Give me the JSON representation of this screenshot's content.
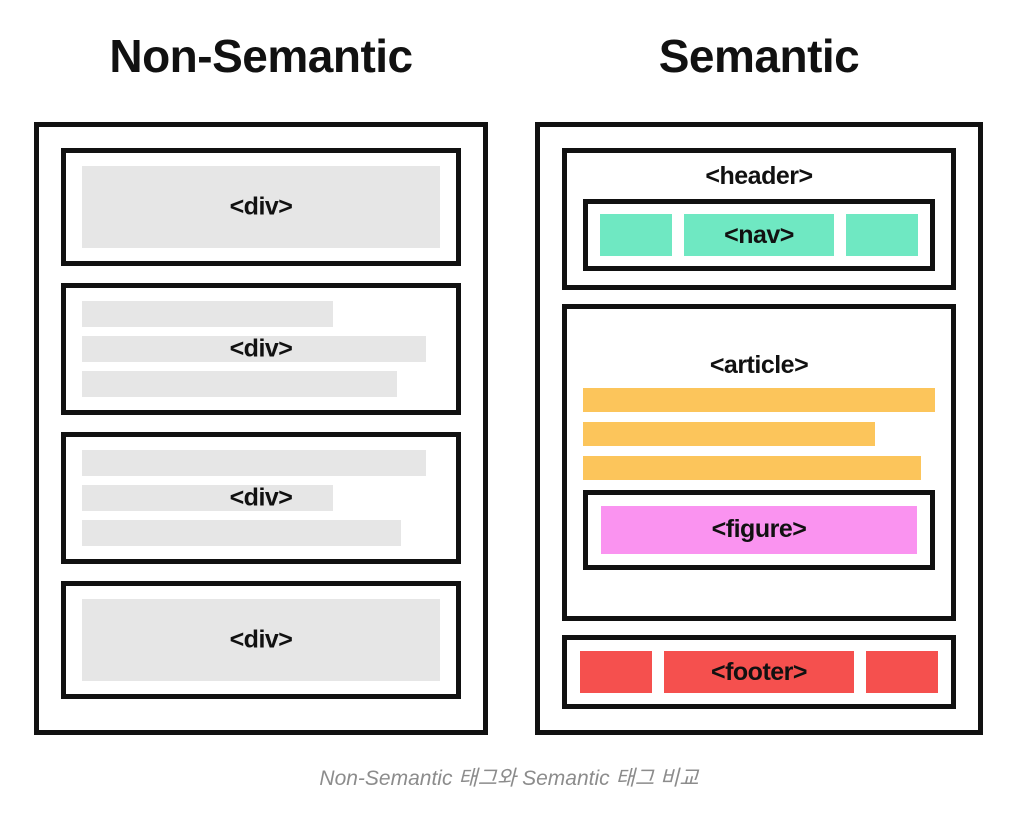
{
  "page": {
    "background": "#ffffff",
    "caption": "Non-Semantic 태그와 Semantic 태그 비교"
  },
  "colors": {
    "ink": "#111111",
    "placeholder_gray": "#e6e6e6",
    "nav_green": "#6fe8c2",
    "article_orange": "#fcc55b",
    "figure_pink": "#fa93f0",
    "footer_red": "#f5504e",
    "caption_gray": "#8c8c8c"
  },
  "columns": {
    "left": {
      "title": "Non-Semantic",
      "blocks": [
        {
          "label": "<div>",
          "kind": "single-block",
          "bars": [
            {
              "width": "100%",
              "tall": true
            }
          ]
        },
        {
          "label": "<div>",
          "kind": "three-lines",
          "bars": [
            {
              "width": "70%"
            },
            {
              "width": "96%"
            },
            {
              "width": "88%"
            }
          ]
        },
        {
          "label": "<div>",
          "kind": "three-lines",
          "bars": [
            {
              "width": "96%"
            },
            {
              "width": "70%"
            },
            {
              "width": "89%"
            }
          ]
        },
        {
          "label": "<div>",
          "kind": "single-block",
          "bars": [
            {
              "width": "100%",
              "tall": true
            }
          ]
        }
      ]
    },
    "right": {
      "title": "Semantic",
      "blocks": [
        {
          "label": "<header>",
          "kind": "header",
          "nav": {
            "label": "<nav>",
            "chips": [
              {
                "style": "narrow",
                "color": "green",
                "text": ""
              },
              {
                "style": "wide",
                "color": "green",
                "text": "<nav>"
              },
              {
                "style": "narrow",
                "color": "green",
                "text": ""
              }
            ]
          }
        },
        {
          "label": "<article>",
          "kind": "article",
          "bars": [
            {
              "width": "100%"
            },
            {
              "width": "83%"
            },
            {
              "width": "96%"
            }
          ],
          "figure": {
            "label": "<figure>"
          }
        },
        {
          "label": "<footer>",
          "kind": "footer",
          "chips": [
            {
              "style": "narrow",
              "color": "red",
              "text": ""
            },
            {
              "style": "wide",
              "color": "red",
              "text": "<footer>"
            },
            {
              "style": "narrow",
              "color": "red",
              "text": ""
            }
          ]
        }
      ]
    }
  }
}
